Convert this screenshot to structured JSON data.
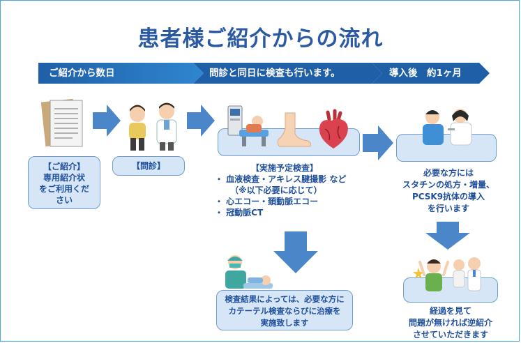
{
  "title": "患者様ご紹介からの流れ",
  "timeline": {
    "phase1": "ご紹介から数日",
    "phase2": "問診と同日に検査も行います。",
    "phase3": "導入後　約1ヶ月"
  },
  "steps": {
    "referral": {
      "heading": "【ご紹介】",
      "lines": [
        "専用紹介状",
        "をご利用くだ",
        "さい"
      ]
    },
    "interview": {
      "heading": "【問診】"
    },
    "exam": {
      "heading": "【実施予定検査】",
      "lines": [
        "・ 血液検査・アキレス腱撮影 など",
        "（※以下必要に応じて）",
        "・ 心エコー・頚動脈エコー",
        "・ 冠動脈CT"
      ]
    },
    "treatment": {
      "lines": [
        "必要な方には",
        "スタチンの処方・増量、",
        "PCSK9抗体の導入",
        "を行います"
      ]
    },
    "catheter": {
      "lines": [
        "検査結果によっては、必要な方に",
        "カテーテル検査ならびに治療を",
        "実施致します"
      ]
    },
    "return": {
      "lines": [
        "経過を見て",
        "問題が無ければ逆紹介",
        "させていただきます"
      ]
    }
  },
  "colors": {
    "title": "#2b5aa3",
    "band_dark": "#1f5fa8",
    "band_light": "#2f86cf",
    "box_fill": "#d6e6f6",
    "box_border": "#6f9dd0",
    "arrow": "#4b86c9",
    "text": "#1f4e9b"
  }
}
